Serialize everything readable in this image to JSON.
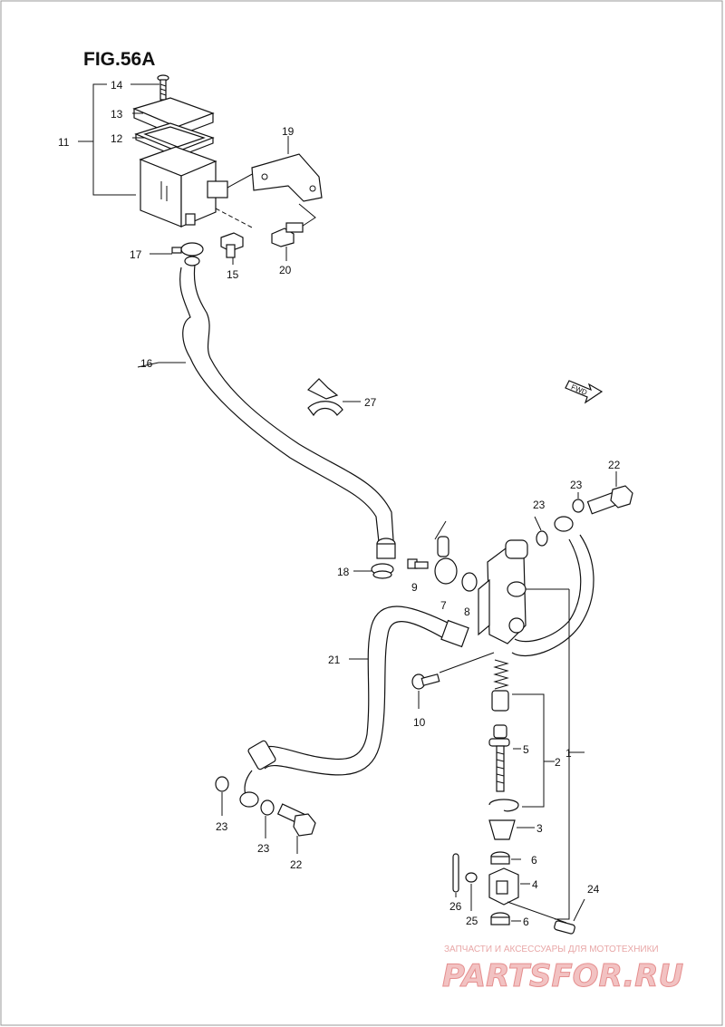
{
  "figure": {
    "title": "FIG.56A"
  },
  "fwd_label": "FWD",
  "labels": {
    "p1": "1",
    "p2": "2",
    "p3": "3",
    "p4": "4",
    "p5": "5",
    "p6a": "6",
    "p6b": "6",
    "p7": "7",
    "p8": "8",
    "p9": "9",
    "p10": "10",
    "p11": "11",
    "p12": "12",
    "p13": "13",
    "p14": "14",
    "p15": "15",
    "p16": "16",
    "p17": "17",
    "p18": "18",
    "p19": "19",
    "p20": "20",
    "p21": "21",
    "p22a": "22",
    "p22b": "22",
    "p23a": "23",
    "p23b": "23",
    "p23c": "23",
    "p23d": "23",
    "p24": "24",
    "p25": "25",
    "p26": "26",
    "p27": "27"
  },
  "watermark": {
    "tagline": "ЗАПЧАСТИ И АКСЕССУАРЫ ДЛЯ МОТОТЕХНИКИ",
    "brand": "PARTSFOR.RU"
  }
}
